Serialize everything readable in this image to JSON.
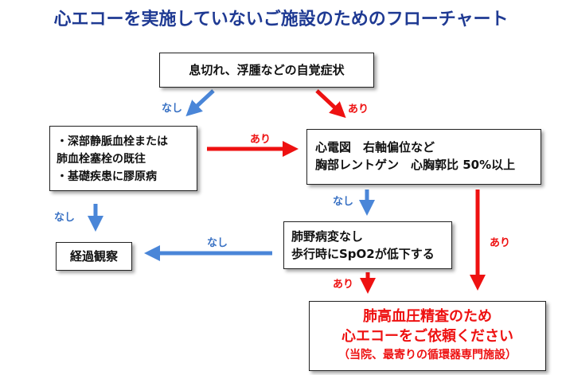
{
  "title": "心エコーを実施していないご施設のためのフローチャート",
  "colors": {
    "yes_arrow": "#ee1111",
    "no_arrow": "#4a86d8",
    "title": "#1f3a93"
  },
  "nodes": {
    "symptoms": "息切れ、浮腫などの自覚症状",
    "history": [
      "・深部静脈血栓または",
      "肺血栓塞栓の既往",
      "・基礎疾患に膠原病"
    ],
    "ecg": [
      "心電図　右軸偏位など",
      "胸部レントゲン　心胸郭比 50%以上"
    ],
    "lung": [
      "肺野病変なし",
      "歩行時にSpO2が低下する"
    ],
    "observe": "経過観察",
    "refer": [
      "肺高血圧精査のため",
      "心エコーをご依頼ください",
      "（当院、最寄りの循環器専門施設）"
    ]
  },
  "edges": {
    "symptoms_to_history": "なし",
    "symptoms_to_ecg": "あり",
    "history_to_ecg": "あり",
    "history_to_observe": "なし",
    "ecg_to_lung": "なし",
    "ecg_to_refer": "あり",
    "lung_to_observe": "なし",
    "lung_to_refer": "あり"
  }
}
